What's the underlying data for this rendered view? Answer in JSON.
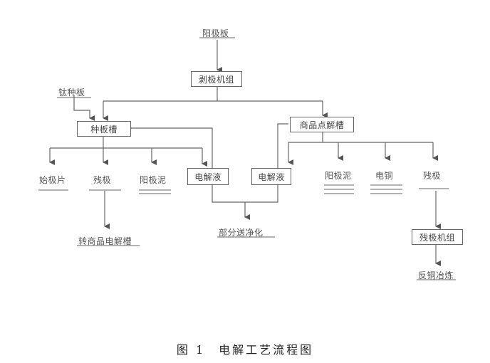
{
  "nodes": {
    "anode_plate": "阳极板",
    "stripping_unit": "剥极机组",
    "titanium_plate": "钛种板",
    "seed_tank": "种板槽",
    "commercial_tank": "商品点解槽",
    "starter_sheet": "始极片",
    "scrap_anode_1": "残极",
    "anode_slime_1": "阳极泥",
    "electrolyte_1": "电解液",
    "electrolyte_2": "电解液",
    "anode_slime_2": "阳极泥",
    "cathode_copper": "电铜",
    "scrap_anode_2": "残极",
    "to_commercial_tank": "转商品电解槽",
    "partial_purification": "部分送净化",
    "scrap_anode_unit": "残极机组",
    "return_smelting": "反铜冶炼"
  },
  "caption": "图 1　电解工艺流程图"
}
